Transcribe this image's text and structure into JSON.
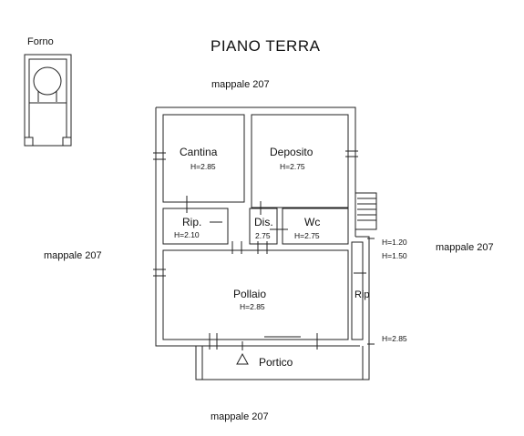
{
  "title": "PIANO TERRA",
  "forno_label": "Forno",
  "mappale": {
    "top": "mappale 207",
    "left": "mappale 207",
    "right": "mappale 207",
    "bottom": "mappale 207"
  },
  "rooms": {
    "cantina": {
      "name": "Cantina",
      "height": "H=2.85"
    },
    "deposito": {
      "name": "Deposito",
      "height": "H=2.75"
    },
    "rip_small": {
      "name": "Rip.",
      "height": "H=2.10"
    },
    "dis": {
      "name": "Dis.",
      "height": "2.75"
    },
    "wc": {
      "name": "Wc",
      "height": "H=2.75"
    },
    "pollaio": {
      "name": "Pollaio",
      "height": "H=2.85"
    },
    "rip_side": {
      "name": "Rip"
    },
    "portico": {
      "name": "Portico"
    }
  },
  "side_heights": {
    "h1": "H=1.20",
    "h2": "H=1.50",
    "h3": "H=2.85"
  }
}
